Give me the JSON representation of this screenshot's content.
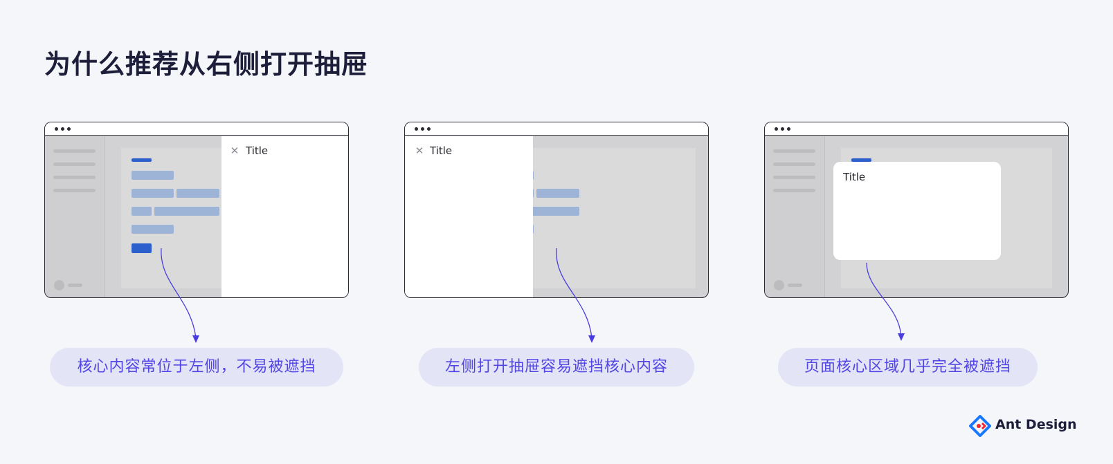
{
  "title": "为什么推荐从右侧打开抽屉",
  "examples": [
    {
      "panel_title": "Title",
      "close_icon": "close-icon",
      "caption": "核心内容常位于左侧，不易被遮挡"
    },
    {
      "panel_title": "Title",
      "close_icon": "close-icon",
      "caption": "左侧打开抽屉容易遮挡核心内容"
    },
    {
      "panel_title": "Title",
      "caption": "页面核心区域几乎完全被遮挡"
    }
  ],
  "brand": {
    "name": "Ant Design",
    "logo_icon": "ant-design-logo-icon"
  },
  "colors": {
    "background": "#f5f6fa",
    "caption_text": "#5145e6",
    "caption_bg": "#e4e4f7",
    "arrow": "#4a3de0",
    "placeholder_block": "#9eb4d6",
    "primary_block": "#2d5fcc"
  }
}
